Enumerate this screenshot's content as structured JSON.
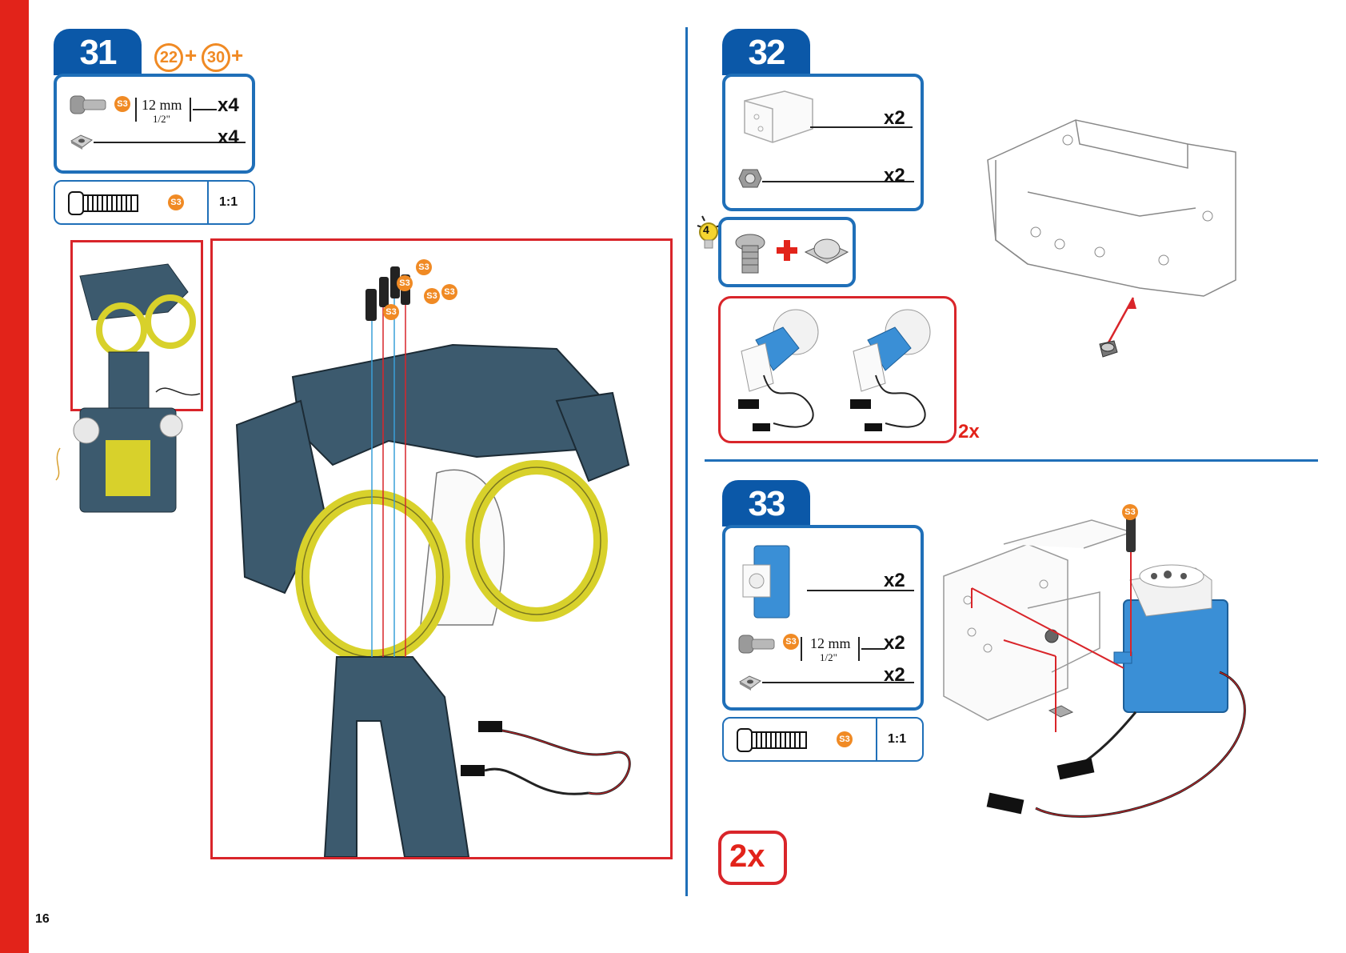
{
  "page": {
    "number": "16",
    "accent_red": "#e2231a",
    "accent_blue": "#1f6fb8",
    "tab_blue": "#0b58a8",
    "badge_orange": "#f08a24"
  },
  "step31": {
    "number": "31",
    "refs": [
      "22",
      "30"
    ],
    "plus": "+",
    "parts": [
      {
        "icon": "bolt-icon",
        "badge": "S3",
        "size_main": "12 mm",
        "size_inch": "1/2\"",
        "qty": "x4"
      },
      {
        "icon": "square-nut-icon",
        "qty": "x4"
      }
    ],
    "scale": {
      "badge": "S3",
      "ratio": "1:1"
    },
    "badges": [
      "S3",
      "S3",
      "S3",
      "S3",
      "S3"
    ]
  },
  "step32": {
    "number": "32",
    "parts": [
      {
        "icon": "servo-bracket-icon",
        "qty": "x2"
      },
      {
        "icon": "lock-nut-icon",
        "qty": "x2"
      }
    ],
    "tip": {
      "number": "4",
      "icon": "lightbulb-icon"
    },
    "repeat": "2x"
  },
  "step33": {
    "number": "33",
    "parts": [
      {
        "icon": "servo-motor-icon",
        "qty": "x2"
      },
      {
        "icon": "bolt-icon",
        "badge": "S3",
        "size_main": "12 mm",
        "size_inch": "1/2\"",
        "qty": "x2"
      },
      {
        "icon": "square-nut-icon",
        "qty": "x2"
      }
    ],
    "scale": {
      "badge": "S3",
      "ratio": "1:1"
    },
    "badge": "S3",
    "repeat": "2x"
  }
}
